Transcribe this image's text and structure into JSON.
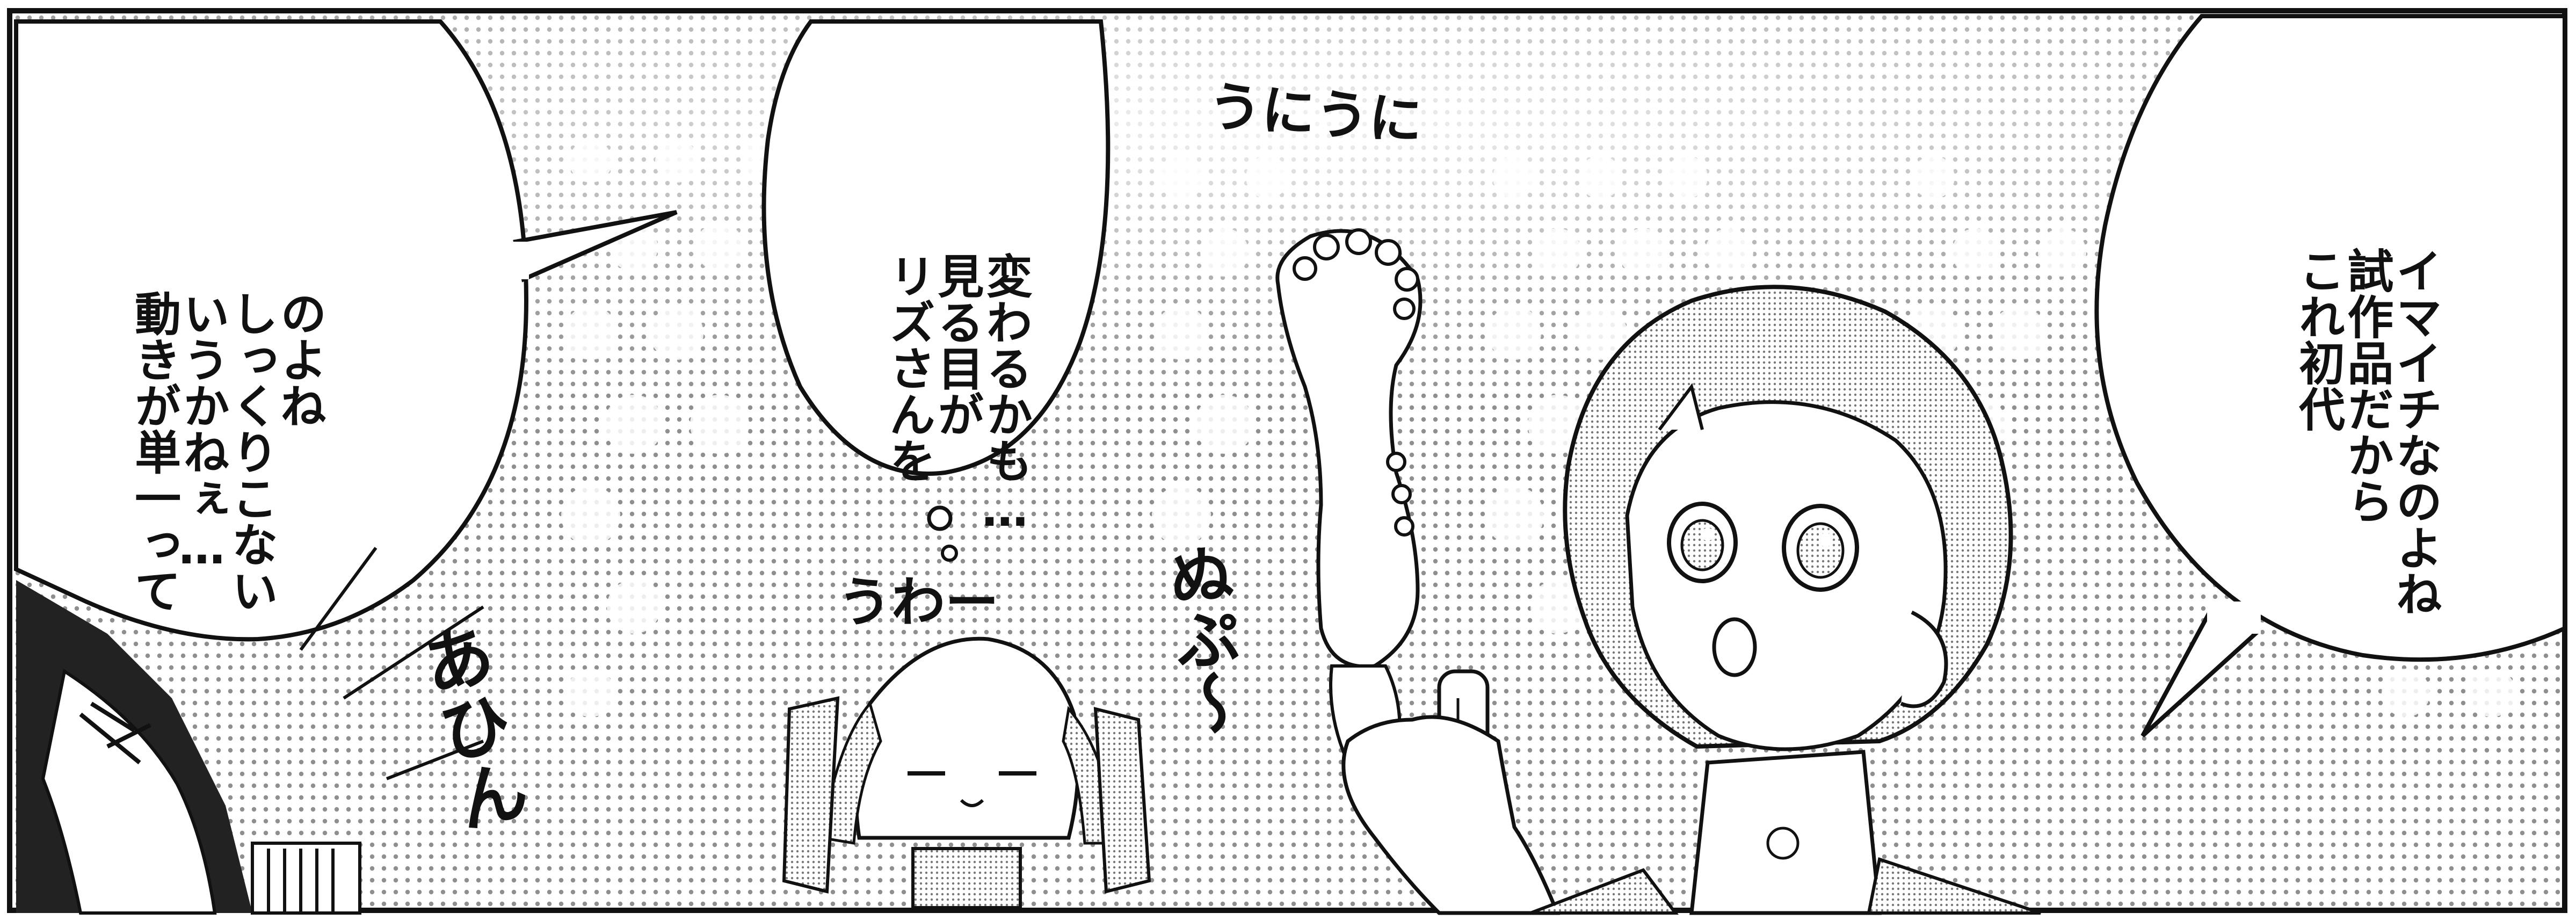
{
  "panel": {
    "bubble_left": [
      "動きが単一って",
      "いうかねぇ…",
      "しっくりこない",
      "のよね"
    ],
    "bubble_middle": [
      "リズさんを",
      "見る目が",
      "変わるかも…"
    ],
    "bubble_right": [
      "これ初代",
      "試作品だから",
      "イマイチなのよね"
    ],
    "sfx_wiggle": "うにうに",
    "sfx_uwaa": "うわー",
    "sfx_nupu": "ぬぷ〜",
    "sfx_ahin": "あひん"
  },
  "colors": {
    "ink": "#111111",
    "paper": "#ffffff",
    "screentone": "#9a9a9a"
  }
}
